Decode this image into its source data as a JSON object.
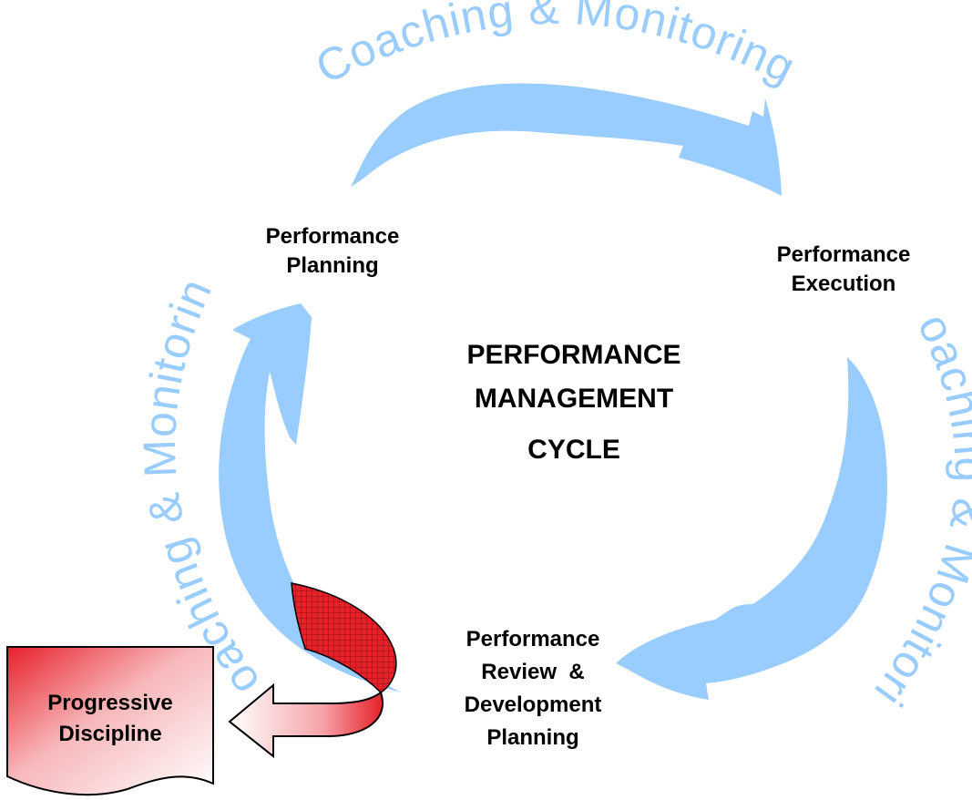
{
  "center_title": {
    "line1": "PERFORMANCE",
    "line2": "MANAGEMENT",
    "line3": "CYCLE"
  },
  "stages": {
    "planning": {
      "line1": "Performance",
      "line2": "Planning"
    },
    "execution": {
      "line1": "Performance",
      "line2": "Execution"
    },
    "review": {
      "line1": "Performance",
      "line2": "Review  &",
      "line3": "Development",
      "line4": "Planning"
    }
  },
  "arc_labels": {
    "top": "Coaching & Monitoring",
    "right": "Coaching & Monitoring",
    "left": "Coaching & Monitoring"
  },
  "discipline_box": {
    "line1": "Progressive",
    "line2": "Discipline"
  },
  "colors": {
    "arrow_fill": "#99ccff",
    "arc_text": "#99ccff",
    "discipline_red": "#e8202a",
    "label_text": "#000000"
  }
}
